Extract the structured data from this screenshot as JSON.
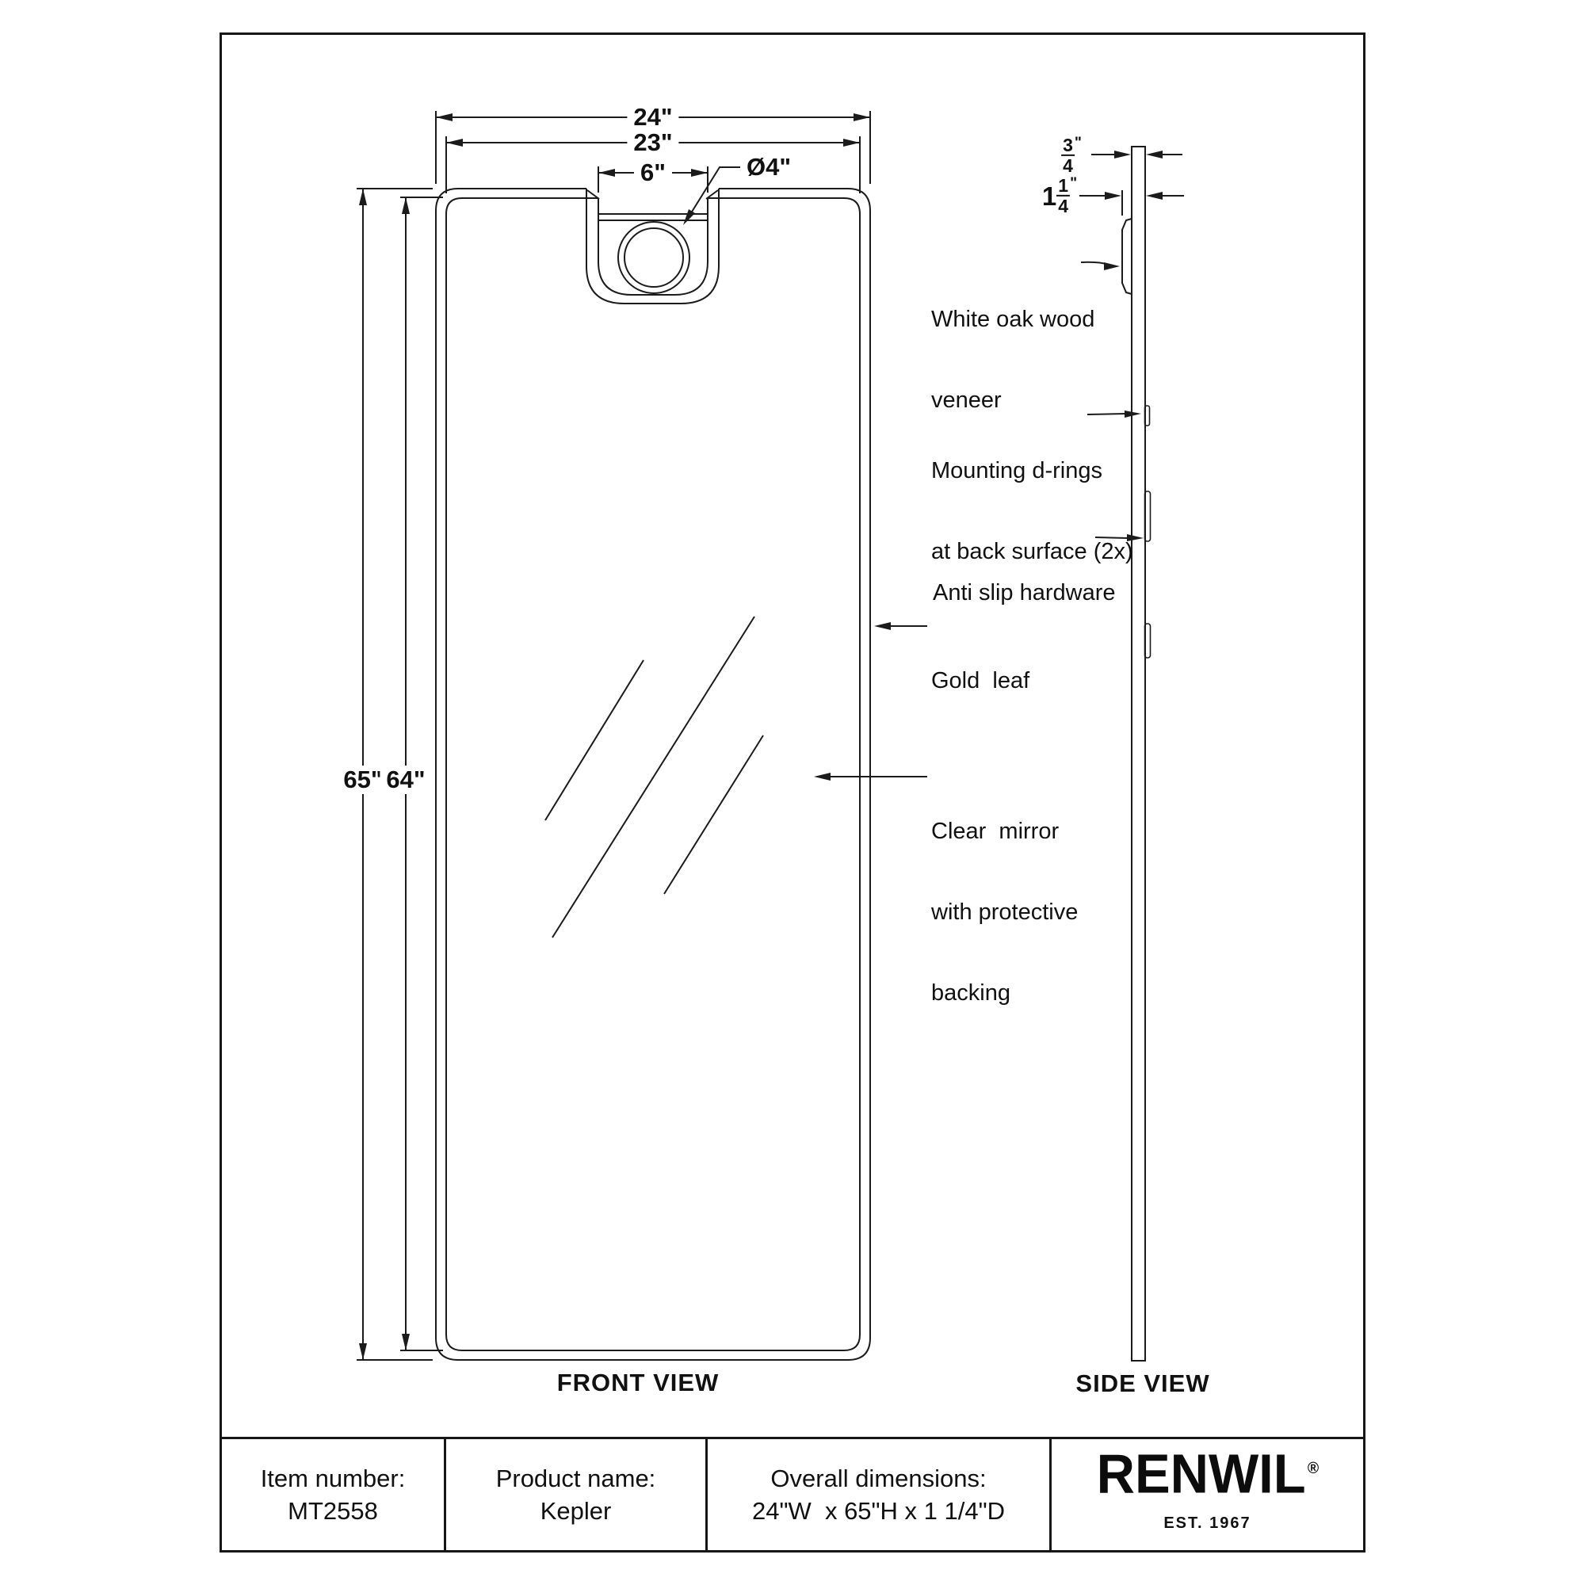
{
  "front_view": {
    "label": "FRONT VIEW",
    "dim_width_outer": "24\"",
    "dim_width_inner": "23\"",
    "dim_notch_width": "6\"",
    "dim_ring_diameter": "Ø4\"",
    "dim_height_outer": "65\"",
    "dim_height_inner": "64\""
  },
  "side_view": {
    "label": "SIDE VIEW",
    "dim_thickness": {
      "numerator": "3",
      "denominator": "4",
      "unit": "\""
    },
    "dim_depth": {
      "whole": "1",
      "numerator": "1",
      "denominator": "4",
      "unit": "\""
    }
  },
  "annotations": {
    "white_oak": {
      "line1": "White oak wood",
      "line2": "veneer"
    },
    "mounting_drings": {
      "line1": "Mounting d-rings",
      "line2": "at back surface (2x)"
    },
    "anti_slip": {
      "text": "Anti slip hardware"
    },
    "gold_leaf": {
      "text": "Gold  leaf"
    },
    "clear_mirror": {
      "line1": "Clear  mirror",
      "line2": "with protective",
      "line3": "backing"
    }
  },
  "title_block": {
    "item_number": {
      "label": "Item number:",
      "value": "MT2558"
    },
    "product_name": {
      "label": "Product name:",
      "value": "Kepler"
    },
    "overall_dimensions": {
      "label": "Overall dimensions:",
      "value": "24\"W  x 65\"H x 1 1/4\"D"
    },
    "brand": {
      "name": "RENWIL",
      "reg": "®",
      "est": "EST. 1967"
    }
  },
  "colors": {
    "line": "#1b1b1b",
    "text": "#111111",
    "background": "#ffffff"
  }
}
